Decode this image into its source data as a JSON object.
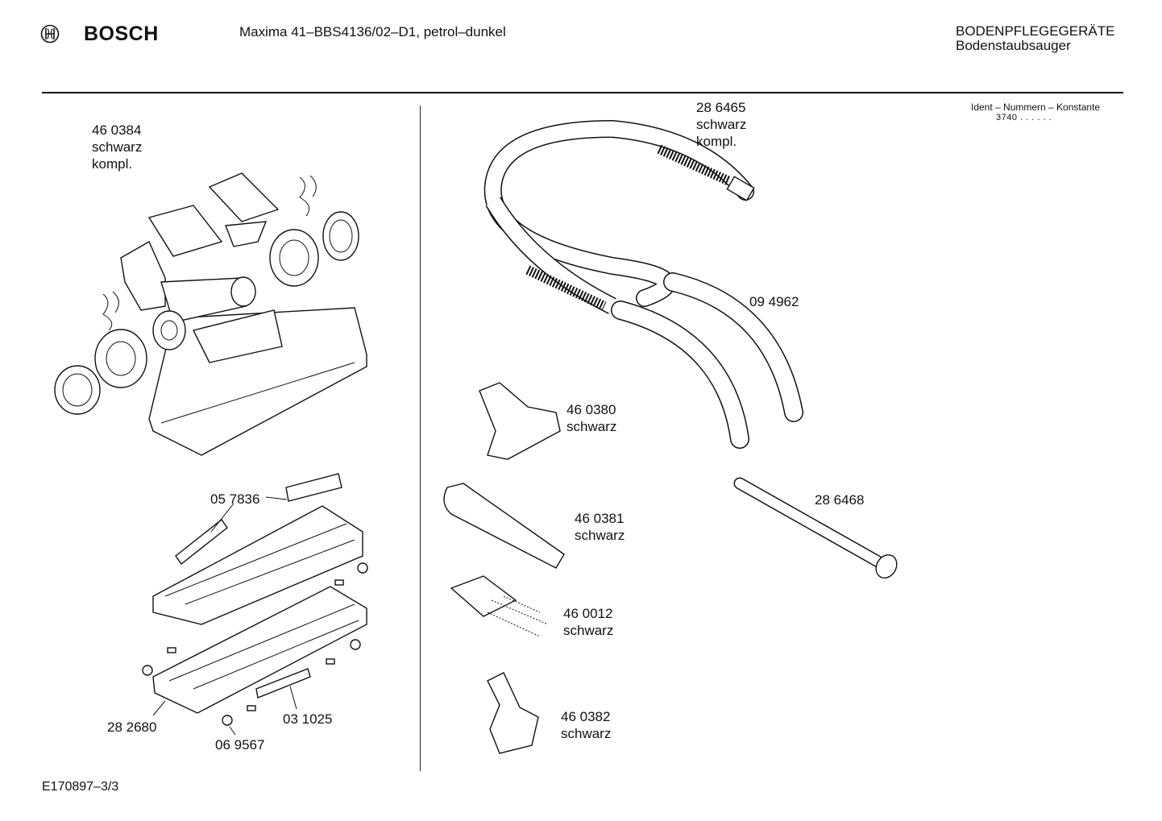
{
  "header": {
    "brand": "BOSCH",
    "model": "Maxima 41–BBS4136/02–D1, petrol–dunkel",
    "category_line1": "BODENPFLEGEGERÄTE",
    "category_line2": "Bodenstaubsauger"
  },
  "ident": {
    "label": "Ident – Nummern – Konstante",
    "value": "3740  . .   . . . ."
  },
  "parts": {
    "p460384": {
      "number": "46 0384",
      "color": "schwarz",
      "note": "kompl."
    },
    "p057836": {
      "number": "05 7836"
    },
    "p282680": {
      "number": "28 2680"
    },
    "p031025": {
      "number": "03 1025"
    },
    "p069567": {
      "number": "06 9567"
    },
    "p286465": {
      "number": "28 6465",
      "color": "schwarz",
      "note": "kompl."
    },
    "p094962": {
      "number": "09 4962"
    },
    "p460380": {
      "number": "46 0380",
      "color": "schwarz"
    },
    "p460381": {
      "number": "46 0381",
      "color": "schwarz"
    },
    "p460012": {
      "number": "46 0012",
      "color": "schwarz"
    },
    "p460382": {
      "number": "46 0382",
      "color": "schwarz"
    },
    "p286468": {
      "number": "28 6468"
    }
  },
  "footer": {
    "code": "E170897–3/3"
  }
}
